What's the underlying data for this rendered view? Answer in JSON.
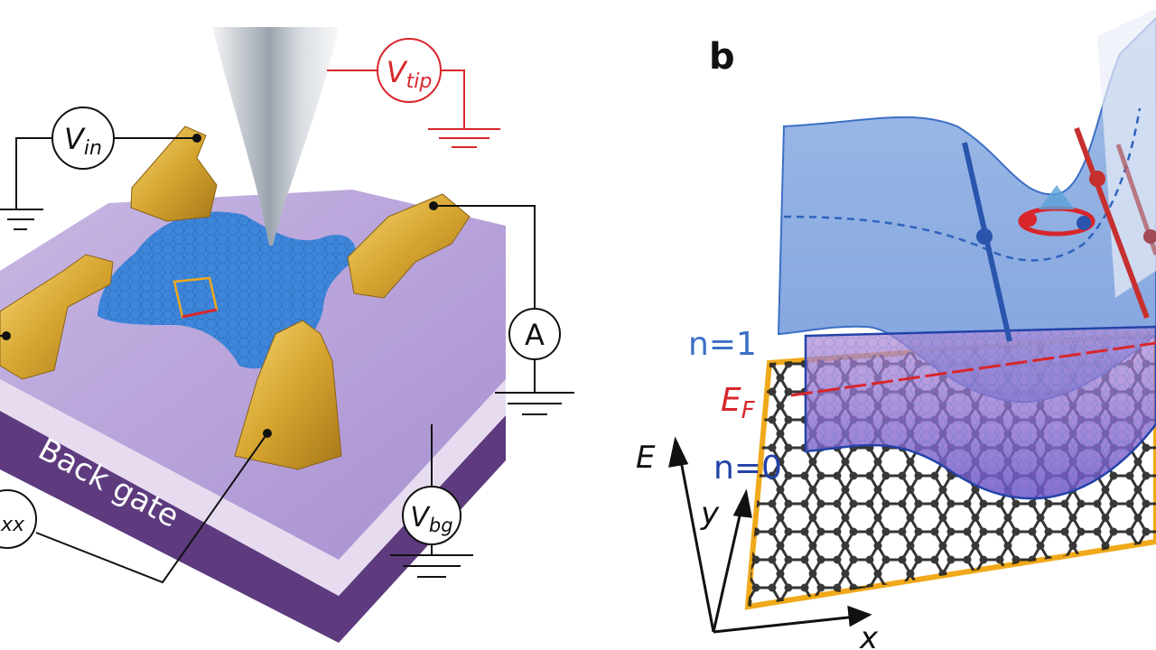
{
  "panel_b": {
    "letter": "b"
  },
  "circuit": {
    "v_tip": {
      "main": "V",
      "sub": "tip"
    },
    "v_in": {
      "main": "V",
      "sub": "in"
    },
    "ammeter": "A",
    "v_bg": {
      "main": "V",
      "sub": "bg"
    },
    "r_xx_sub": "xx"
  },
  "substrate": {
    "back_gate": "Back gate"
  },
  "band": {
    "n1": "n=1",
    "n0": "n=0",
    "ef": {
      "main": "E",
      "sub": "F"
    }
  },
  "axes": {
    "e": "E",
    "y": "y",
    "x": "x"
  },
  "colors": {
    "gold": "#d7a630",
    "graphene_blue": "#3e86d9",
    "tip_red": "#d8262b",
    "purple_gate": "#5d3b7e",
    "orange_frame": "#f0a91a",
    "dark_blue": "#1f4fa8"
  }
}
